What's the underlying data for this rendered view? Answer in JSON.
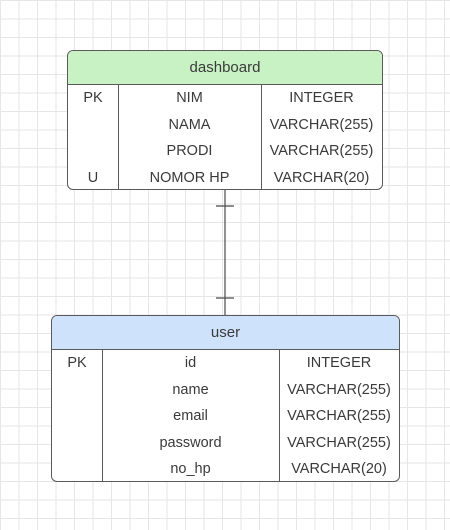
{
  "entities": {
    "dashboard": {
      "title": "dashboard",
      "header_color": "#c8f2c4",
      "rows": [
        {
          "key": "PK",
          "name": "NIM",
          "type": "INTEGER"
        },
        {
          "key": "",
          "name": "NAMA",
          "type": "VARCHAR(255)"
        },
        {
          "key": "",
          "name": "PRODI",
          "type": "VARCHAR(255)"
        },
        {
          "key": "U",
          "name": "NOMOR HP",
          "type": "VARCHAR(20)"
        }
      ]
    },
    "user": {
      "title": "user",
      "header_color": "#cfe2fc",
      "rows": [
        {
          "key": "PK",
          "name": "id",
          "type": "INTEGER"
        },
        {
          "key": "",
          "name": "name",
          "type": "VARCHAR(255)"
        },
        {
          "key": "",
          "name": "email",
          "type": "VARCHAR(255)"
        },
        {
          "key": "",
          "name": "password",
          "type": "VARCHAR(255)"
        },
        {
          "key": "",
          "name": "no_hp",
          "type": "VARCHAR(20)"
        }
      ]
    }
  },
  "relationship": {
    "from": "dashboard",
    "to": "user",
    "type": "one-to-one"
  }
}
